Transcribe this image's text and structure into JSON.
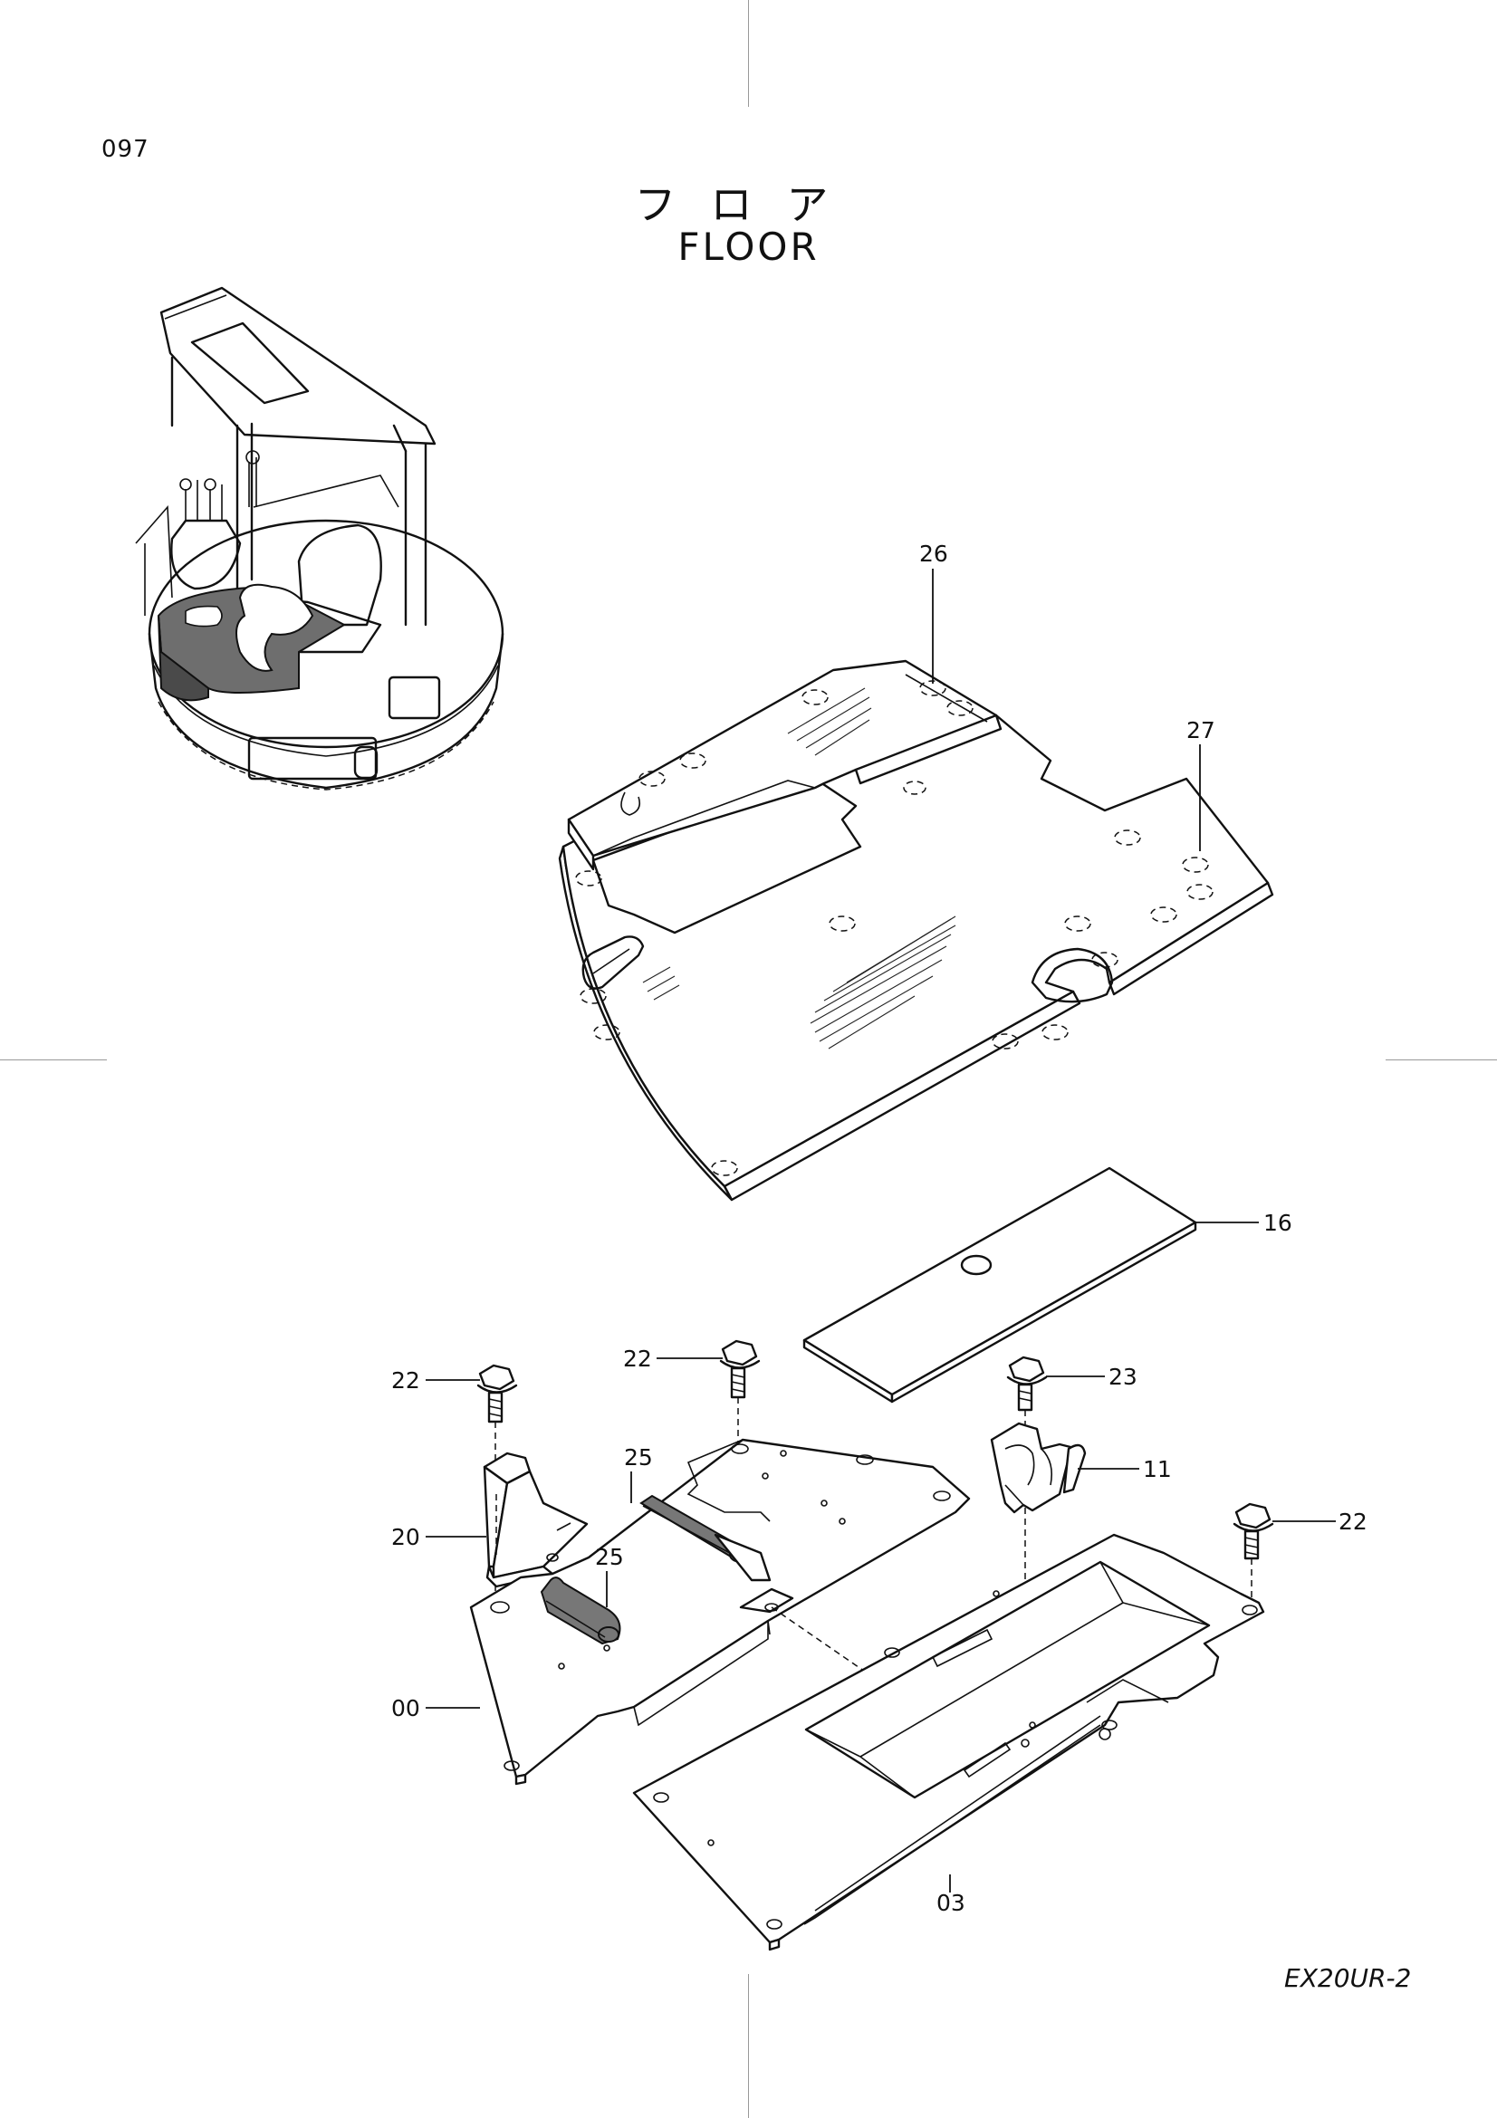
{
  "page_number": "097",
  "title_jp": "フロア",
  "title_en": "FLOOR",
  "model": "EX20UR-2",
  "callouts": [
    {
      "id": "c26",
      "label": "26"
    },
    {
      "id": "c27",
      "label": "27"
    },
    {
      "id": "c16",
      "label": "16"
    },
    {
      "id": "c22a",
      "label": "22"
    },
    {
      "id": "c22b",
      "label": "22"
    },
    {
      "id": "c23",
      "label": "23"
    },
    {
      "id": "c25a",
      "label": "25"
    },
    {
      "id": "c11",
      "label": "11"
    },
    {
      "id": "c22c",
      "label": "22"
    },
    {
      "id": "c20",
      "label": "20"
    },
    {
      "id": "c25b",
      "label": "25"
    },
    {
      "id": "c00",
      "label": "00"
    },
    {
      "id": "c03",
      "label": "03"
    }
  ]
}
